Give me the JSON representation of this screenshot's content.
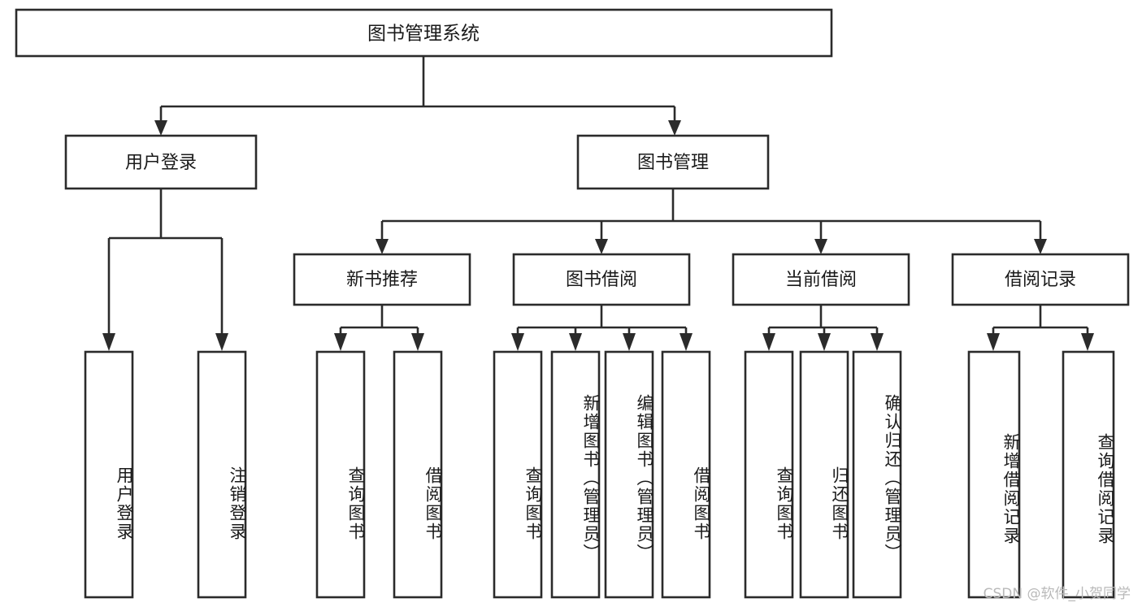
{
  "diagram": {
    "type": "tree",
    "title_node": {
      "id": "root",
      "label": "图书管理系统"
    },
    "level2": [
      {
        "id": "user-login",
        "label": "用户登录"
      },
      {
        "id": "book-manage",
        "label": "图书管理"
      }
    ],
    "level3": [
      {
        "id": "new-book-recommend",
        "label": "新书推荐",
        "parent": "book-manage"
      },
      {
        "id": "book-borrow",
        "label": "图书借阅",
        "parent": "book-manage"
      },
      {
        "id": "current-borrow",
        "label": "当前借阅",
        "parent": "book-manage"
      },
      {
        "id": "borrow-record",
        "label": "借阅记录",
        "parent": "book-manage"
      }
    ],
    "leaves": [
      {
        "id": "leaf-user-login",
        "label": "用户登录",
        "parent": "user-login"
      },
      {
        "id": "leaf-logout-login",
        "label": "注销登录",
        "parent": "user-login"
      },
      {
        "id": "leaf-query-book-1",
        "label": "查询图书",
        "parent": "new-book-recommend"
      },
      {
        "id": "leaf-borrow-book-1",
        "label": "借阅图书",
        "parent": "new-book-recommend"
      },
      {
        "id": "leaf-query-book-2",
        "label": "查询图书",
        "parent": "book-borrow"
      },
      {
        "id": "leaf-add-book",
        "label": "新增图书（管理员）",
        "parent": "book-borrow"
      },
      {
        "id": "leaf-edit-book",
        "label": "编辑图书（管理员）",
        "parent": "book-borrow"
      },
      {
        "id": "leaf-borrow-book-2",
        "label": "借阅图书",
        "parent": "book-borrow"
      },
      {
        "id": "leaf-query-book-3",
        "label": "查询图书",
        "parent": "current-borrow"
      },
      {
        "id": "leaf-return-book",
        "label": "归还图书",
        "parent": "current-borrow"
      },
      {
        "id": "leaf-confirm-return",
        "label": "确认归还（管理员）",
        "parent": "current-borrow"
      },
      {
        "id": "leaf-add-record",
        "label": "新增借阅记录",
        "parent": "borrow-record"
      },
      {
        "id": "leaf-query-record",
        "label": "查询借阅记录",
        "parent": "borrow-record"
      }
    ],
    "colors": {
      "stroke": "#2b2b2b",
      "fill": "#ffffff",
      "text": "#1a1a1a",
      "watermark": "#b9b9b9"
    }
  },
  "watermark": {
    "text": "CSDN @软件_小贺同学"
  }
}
